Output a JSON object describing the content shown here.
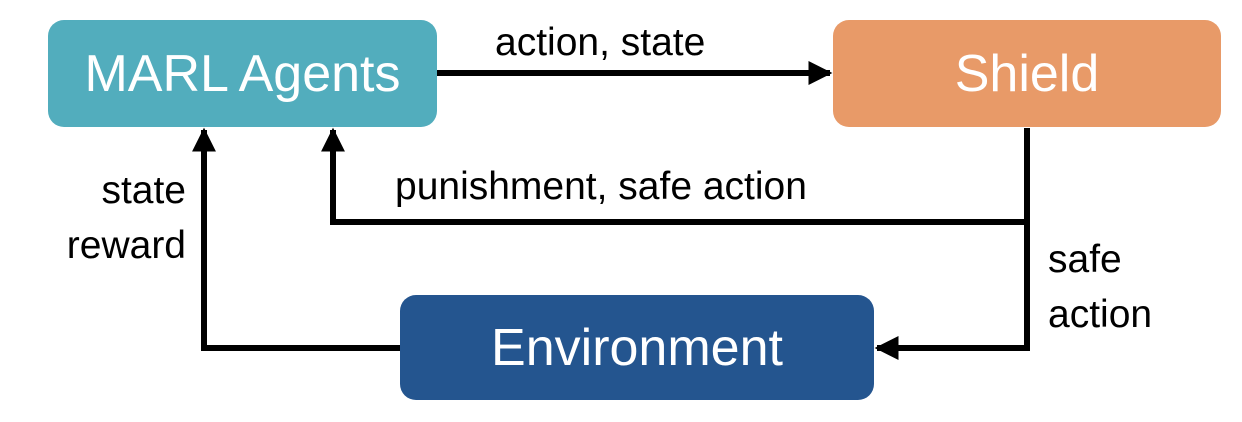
{
  "nodes": {
    "agents": {
      "label": "MARL Agents",
      "color": "#52adbd"
    },
    "shield": {
      "label": "Shield",
      "color": "#e89a68"
    },
    "environment": {
      "label": "Environment",
      "color": "#24558f"
    }
  },
  "edges": {
    "agents_to_shield": {
      "label": "action, state"
    },
    "shield_to_agents": {
      "label": "punishment, safe action"
    },
    "shield_to_environment": {
      "label_line1": "safe",
      "label_line2": "action"
    },
    "environment_to_agents": {
      "label_line1": "state",
      "label_line2": "reward"
    }
  },
  "colors": {
    "arrow": "#000000",
    "text_on_box": "#ffffff"
  }
}
